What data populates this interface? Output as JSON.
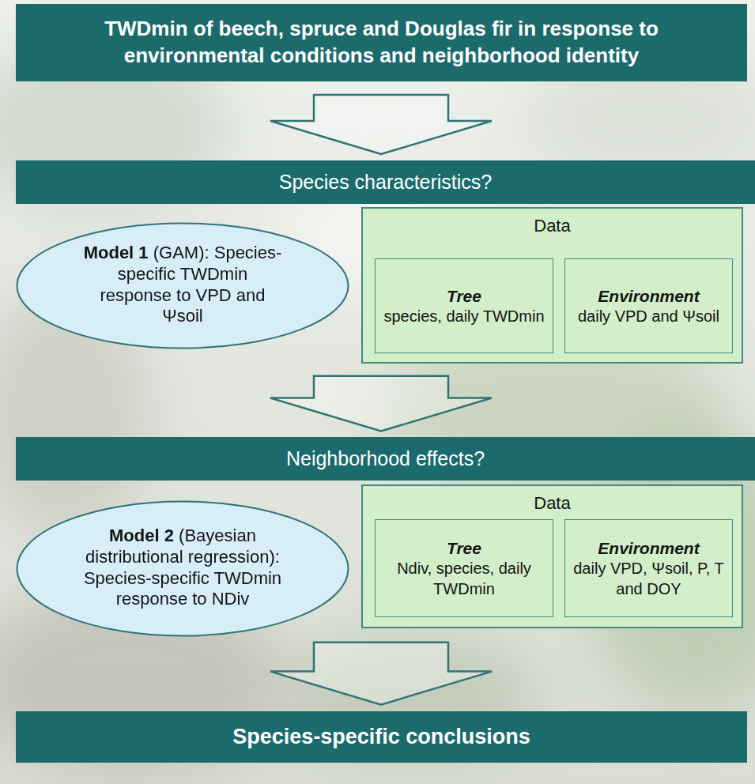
{
  "diagram": {
    "nodes": [
      {
        "text": [
          "TWDmin of beech, spruce and Douglas fir in response to environmental conditions and neighborhood identity"
        ]
      },
      {
        "text": [
          "Species characteristics?"
        ]
      },
      {
        "text": [
          "Model 1",
          "(GAM): Species-specific TWDmin response to VPD and Ψsoil"
        ]
      },
      {
        "text": [
          "Data"
        ]
      },
      {
        "text": [
          "Tree",
          "species, daily TWDmin"
        ],
        "in": 3
      },
      {
        "text": [
          "Environment",
          "daily VPD and Ψsoil"
        ],
        "in": 3
      },
      {
        "text": [
          "Neighborhood effects?"
        ]
      },
      {
        "text": [
          "Model 2",
          "(Bayesian distributional regression): Species-specific TWDmin response to NDiv"
        ]
      },
      {
        "text": [
          "Data"
        ]
      },
      {
        "text": [
          "Tree",
          "Ndiv, species, daily TWDmin"
        ],
        "in": 8
      },
      {
        "text": [
          "Environment",
          "daily VPD, Ψsoil, P, T and DOY"
        ],
        "in": 8
      },
      {
        "text": [
          "Species-specific conclusions"
        ]
      }
    ],
    "edges": [
      {
        "from": 0,
        "to": 1,
        "arrow": "to"
      },
      {
        "from": 3,
        "to": 6,
        "arrow": "to"
      },
      {
        "from": 8,
        "to": 11,
        "arrow": "to"
      }
    ]
  }
}
